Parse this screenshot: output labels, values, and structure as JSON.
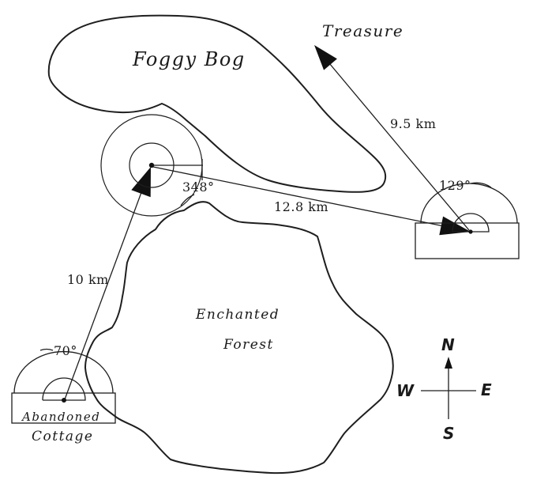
{
  "map": {
    "bog_label": "Foggy Bog",
    "forest_label_line1": "Enchanted",
    "forest_label_line2": "Forest",
    "treasure_label": "Treasure",
    "cottage_label_line1": "Abandoned",
    "cottage_label_line2": "Cottage",
    "distances": {
      "cottage_leg": "10 km",
      "middle_leg": "12.8 km",
      "treasure_leg": "9.5 km"
    },
    "bearings": {
      "circle_protractor": "348°",
      "right_protractor": "129°",
      "cottage_protractor": "70°"
    },
    "compass_rose": {
      "north": "N",
      "east": "E",
      "south": "S",
      "west": "W"
    }
  }
}
